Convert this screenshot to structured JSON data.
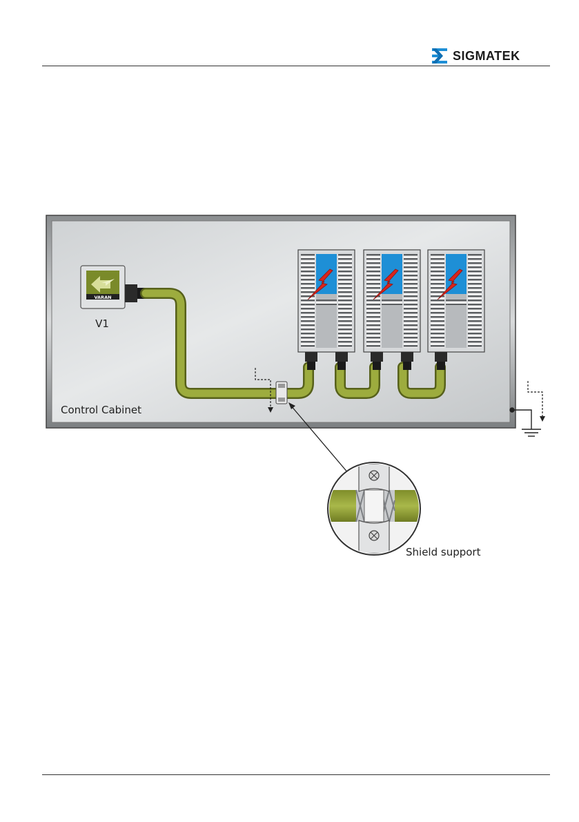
{
  "header": {
    "brand": "SIGMATEK"
  },
  "diagram": {
    "cabinet_label": "Control Cabinet",
    "module_label": "V1",
    "module_badge": "VARAN",
    "callout_label": "Shield support"
  },
  "colors": {
    "cable": "#93a233",
    "drive_blue": "#1e8fd6",
    "lightning": "#d9241c",
    "brand": "#1c1c1c"
  }
}
